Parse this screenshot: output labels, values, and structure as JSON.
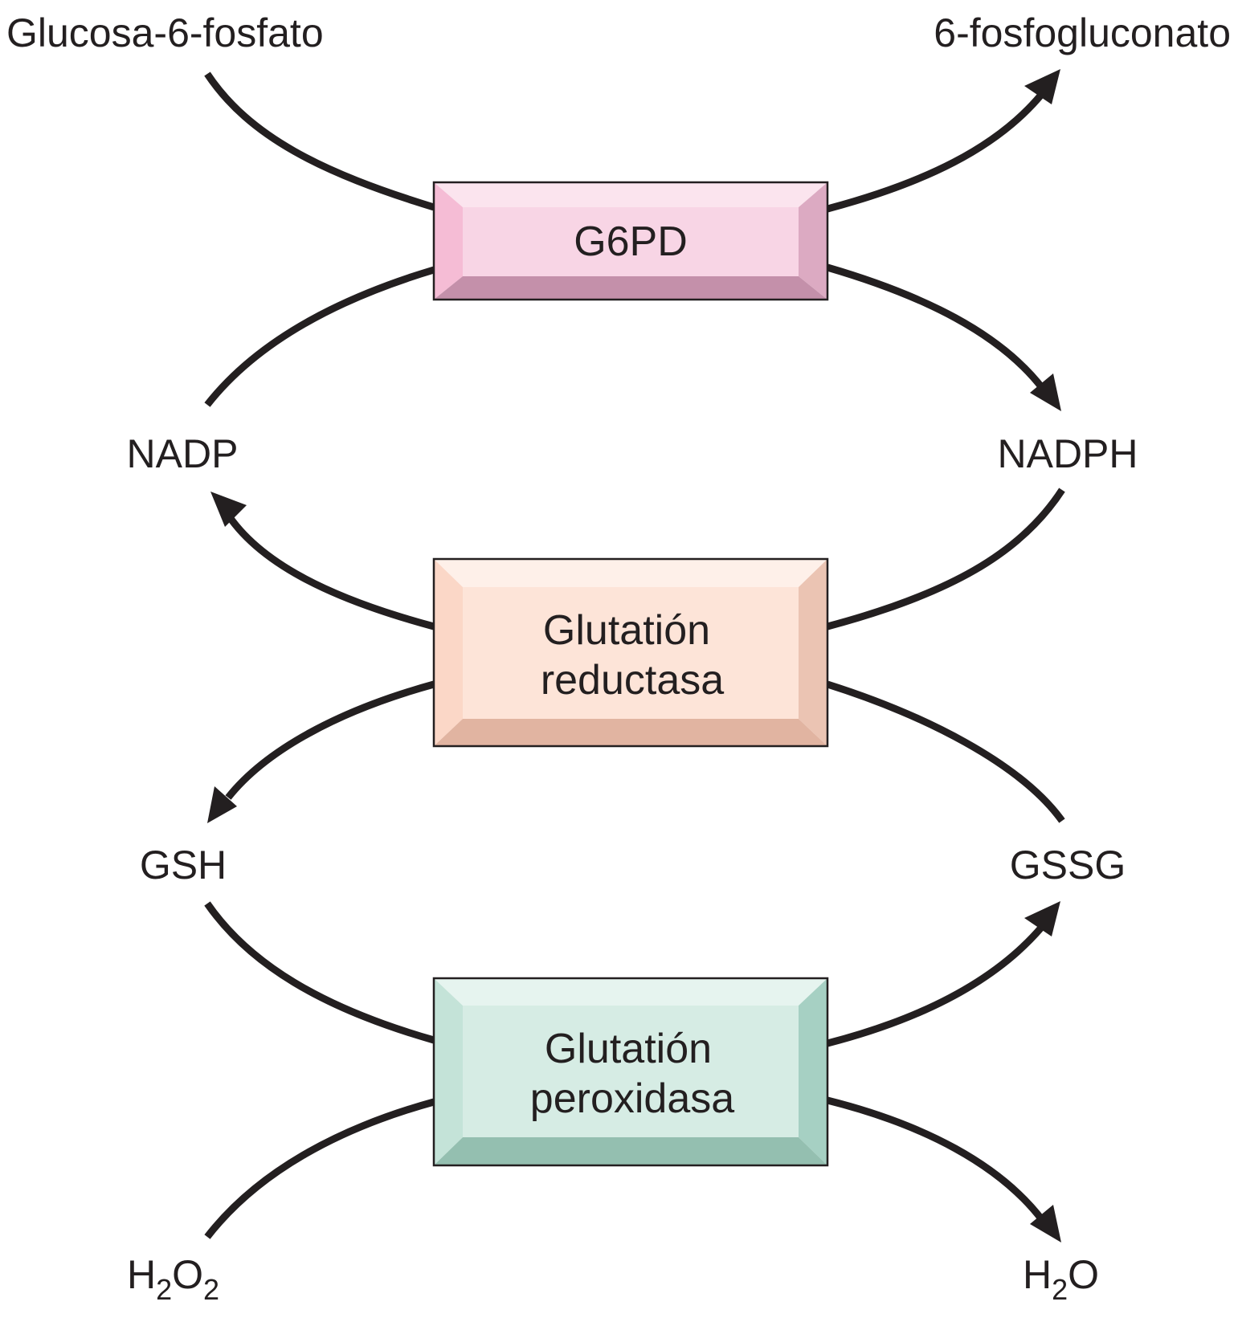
{
  "metabolites": {
    "glucose6p": "Glucosa-6-fosfato",
    "phosphogluconate": "6-fosfogluconato",
    "nadp": "NADP",
    "nadph": "NADPH",
    "gsh": "GSH",
    "gssg": "GSSG",
    "h2o2": {
      "h1": "H",
      "sub1": "2",
      "o1": "O",
      "sub2": "2"
    },
    "h2o": {
      "h": "H",
      "sub": "2",
      "o": "O"
    }
  },
  "enzymes": {
    "g6pd": {
      "line1": "G6PD",
      "color_face": "#f8d5e5",
      "color_top": "#fbe4ee",
      "color_left": "#f5bcd5",
      "color_right": "#dcaac2",
      "color_bottom": "#c490aa"
    },
    "glutathione_reductase": {
      "line1": "Glutatión",
      "line2": "reductasa",
      "color_face": "#fde4d8",
      "color_top": "#fef0e9",
      "color_left": "#fbd7c7",
      "color_right": "#ebc4b3",
      "color_bottom": "#e1b4a1"
    },
    "glutathione_peroxidase": {
      "line1": "Glutatión",
      "line2": "peroxidasa",
      "color_face": "#d6ece4",
      "color_top": "#e6f4ef",
      "color_left": "#c4e3d8",
      "color_right": "#a6d0c3",
      "color_bottom": "#94bfb0"
    }
  },
  "stroke_color": "#231f20"
}
